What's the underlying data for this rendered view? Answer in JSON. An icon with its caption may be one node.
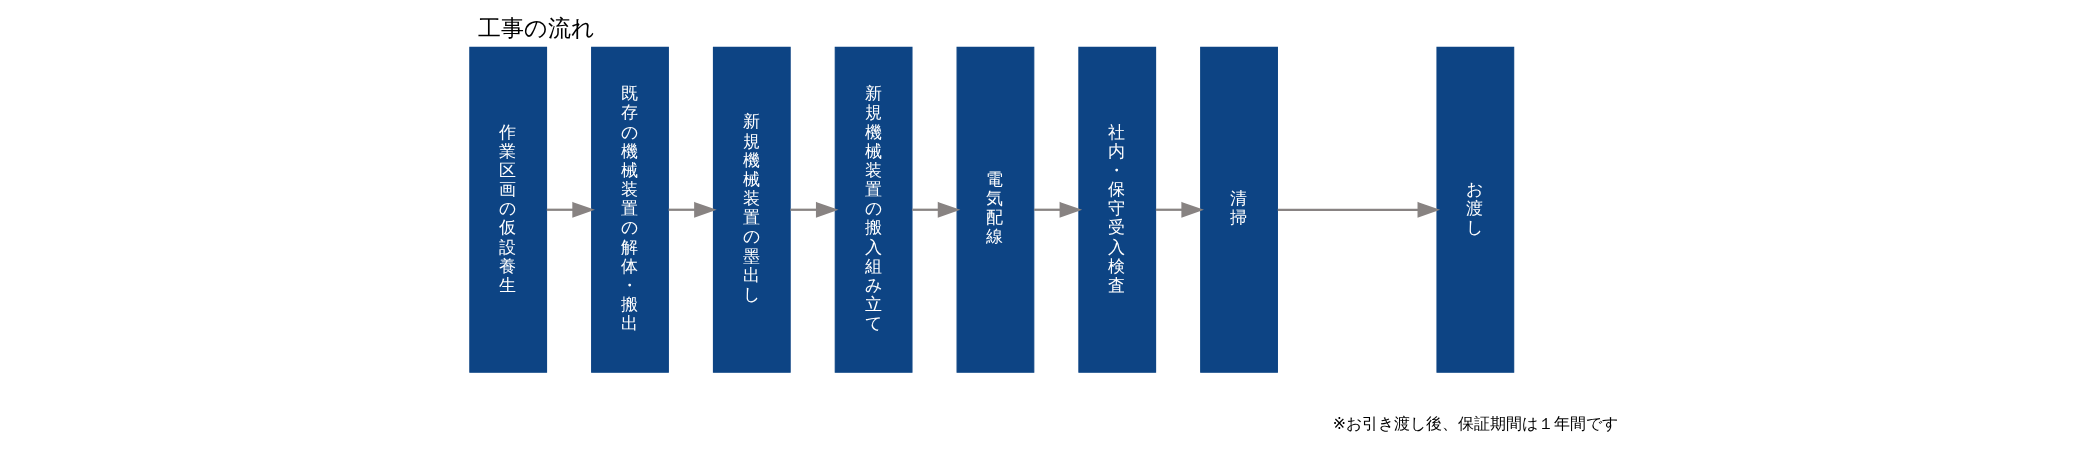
{
  "diagram": {
    "title": "工事の流れ",
    "nodes": [
      {
        "text": [
          "作業区画の仮設養生"
        ]
      },
      {
        "text": [
          "既存の機械装置の解体・搬出"
        ]
      },
      {
        "text": [
          "新規機械装置の墨出し"
        ]
      },
      {
        "text": [
          "新規機械装置の搬入組み立て"
        ]
      },
      {
        "text": [
          "電気配線"
        ]
      },
      {
        "text": [
          "社内・保守受入検査"
        ]
      },
      {
        "text": [
          "清掃"
        ]
      },
      {
        "text": [
          "お渡し"
        ]
      }
    ],
    "edges": [
      {
        "from": 0,
        "to": 1,
        "arrow": "to"
      },
      {
        "from": 1,
        "to": 2,
        "arrow": "to"
      },
      {
        "from": 2,
        "to": 3,
        "arrow": "to"
      },
      {
        "from": 3,
        "to": 4,
        "arrow": "to"
      },
      {
        "from": 4,
        "to": 5,
        "arrow": "to"
      },
      {
        "from": 5,
        "to": 6,
        "arrow": "to"
      },
      {
        "from": 6,
        "to": 7,
        "arrow": "to"
      }
    ],
    "labels": [
      "※お引き渡し後、保証期間は１年間です"
    ]
  }
}
